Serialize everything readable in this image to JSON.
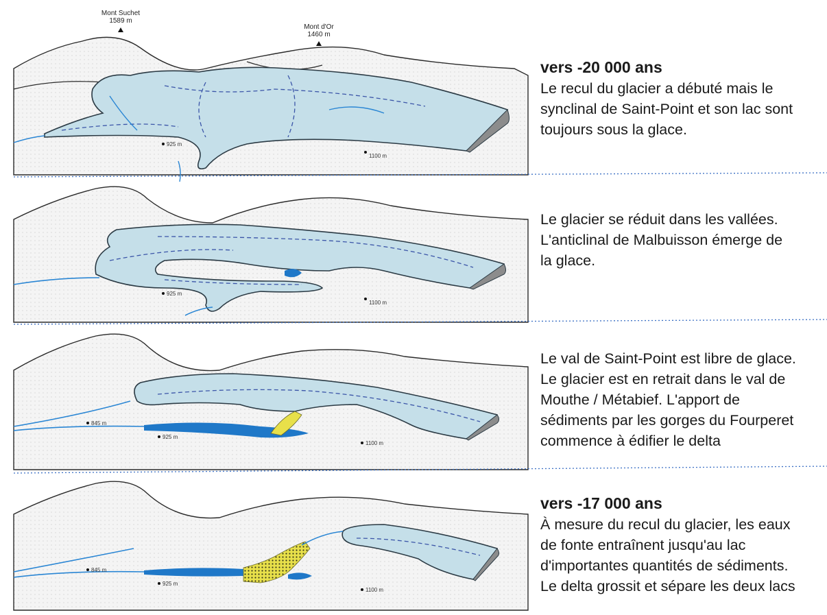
{
  "peaks": [
    {
      "name": "Mont Suchet",
      "altitude": "1589 m"
    },
    {
      "name": "Mont d'Or",
      "altitude": "1460 m"
    }
  ],
  "panels": [
    {
      "title": "vers -20 000 ans",
      "lines": [
        "Le recul du glacier a débuté mais le",
        "synclinal de Saint-Point et son lac sont",
        "toujours sous la glace."
      ],
      "altitudes": [
        "925 m",
        "1100 m"
      ]
    },
    {
      "title": "",
      "lines": [
        "Le glacier se réduit dans les vallées.",
        "L'anticlinal de Malbuisson émerge de",
        "la glace."
      ],
      "altitudes": [
        "925 m",
        "1100 m"
      ]
    },
    {
      "title": "",
      "lines": [
        "Le val de Saint-Point est libre de glace.",
        "Le glacier est en retrait dans le val de",
        "Mouthe / Métabief. L'apport de",
        "sédiments par les gorges du Fourperet",
        "commence à édifier le delta"
      ],
      "altitudes": [
        "845 m",
        "925 m",
        "1100 m"
      ]
    },
    {
      "title": "vers -17 000 ans",
      "lines": [
        "À mesure du recul du glacier, les eaux",
        "de fonte entraînent jusqu'au lac",
        "d'importantes quantités de sédiments.",
        "Le delta grossit et sépare les deux lacs"
      ],
      "altitudes": [
        "845 m",
        "925 m",
        "1100 m"
      ]
    }
  ],
  "colors": {
    "ice": "#c5dfe9",
    "ice_outline": "#2b3a44",
    "lake": "#1f78c8",
    "river": "#2a86d4",
    "sediment": "#e8e04a",
    "terrain_shade": "#e6e6e6",
    "separator": "#3a6fc4"
  }
}
